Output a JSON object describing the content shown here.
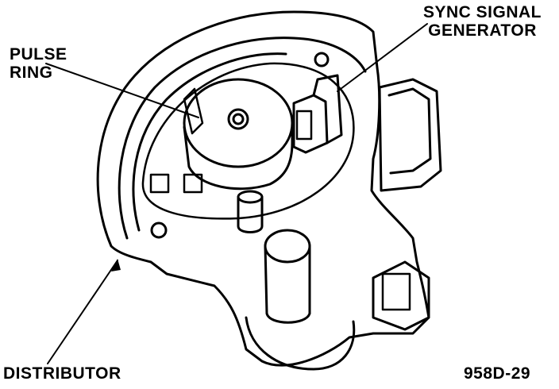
{
  "labels": {
    "pulse_ring": [
      "PULSE",
      "RING"
    ],
    "sync_signal_generator": [
      "SYNC SIGNAL",
      "GENERATOR"
    ],
    "distributor": "DISTRIBUTOR",
    "figure_id": "958D-29"
  },
  "colors": {
    "ink": "#000000",
    "paper": "#ffffff"
  }
}
